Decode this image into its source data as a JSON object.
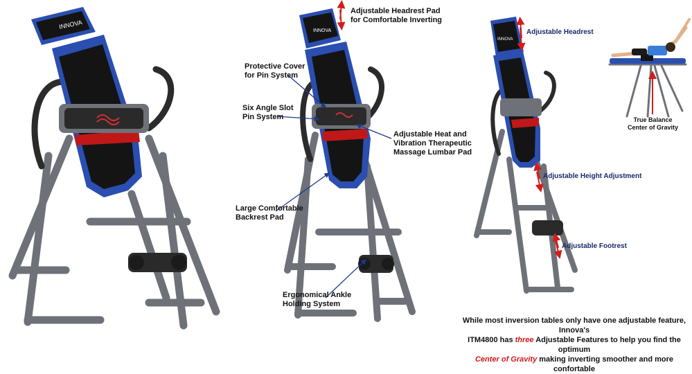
{
  "brand": {
    "logo_text": "INNOVA"
  },
  "callouts_middle": {
    "headrest": "Adjustable Headrest Pad\nfor Comfortable Inverting",
    "pin_cover": "Protective Cover\nfor Pin System",
    "pin_system": "Six Angle Slot\nPin System",
    "heat_massage": "Adjustable Heat and\nVibration Therapeutic\nMassage Lumbar Pad",
    "backrest": "Large Comfortable\nBackrest Pad",
    "ankle": "Ergonomical Ankle\nHolding System"
  },
  "callouts_right": {
    "headrest": "Adjustable Headrest",
    "height": "Adjustable Height Adjustment",
    "footrest": "Adjustable Footrest",
    "balance": "True Balance\nCenter of Gravity"
  },
  "caption": {
    "line1": "While most inversion tables only have one adjustable feature, Innova's",
    "line2_a": "ITM4800 has ",
    "line2_b": "three",
    "line2_c": " Adjustable Features to help you find the optimum",
    "line3_a": "Center of Gravity",
    "line3_b": " making inverting smoother and more confortable"
  },
  "colors": {
    "frame": "#6e7178",
    "pad_blue": "#2b4fb0",
    "pad_black": "#141414",
    "accent_red": "#c01818",
    "arrow_red": "#d41c1c",
    "text_navy": "#1a2a6a"
  }
}
